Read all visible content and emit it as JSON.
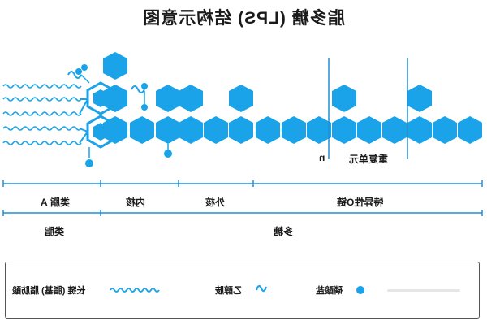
{
  "title": "脂多糖 (LPS) 结构示意图",
  "labels": {
    "repeat_n": "n",
    "repeat_unit": "重复单元",
    "lipid_a": "类脂 A",
    "inner_core": "内核",
    "outer_core": "外核",
    "o_chain": "特异性O链",
    "lipid": "类脂",
    "polysaccharide": "多糖"
  },
  "legend": {
    "fatty_acid": "长链 (脂基) 脂肪酸",
    "ethanolamine": "乙醇胺",
    "phosphate": "磷酸盐"
  },
  "colors": {
    "sugar": "#1aa3e8",
    "line": "#1f8fd6",
    "text": "#1a1a1a"
  }
}
